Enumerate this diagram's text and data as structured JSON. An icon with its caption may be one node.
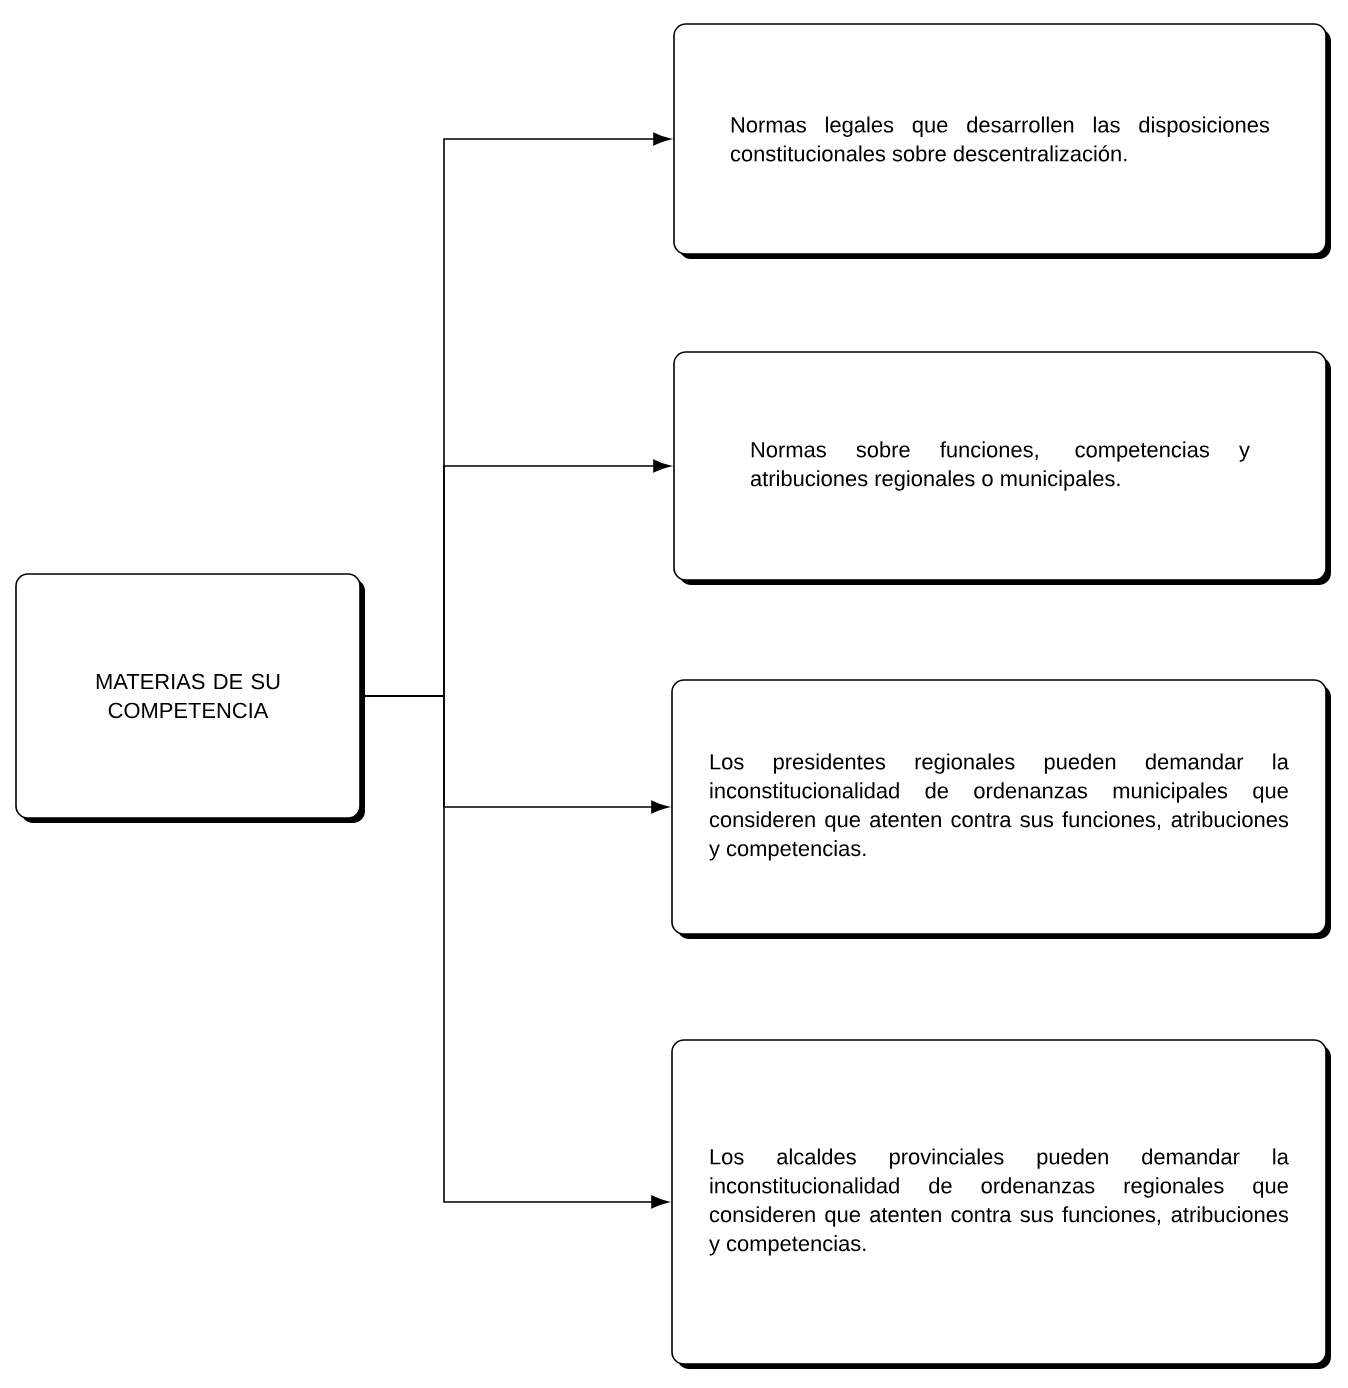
{
  "diagram": {
    "nodes": [
      {
        "text": [
          "MATERIAS DE SU COMPETENCIA"
        ]
      },
      {
        "text": [
          "Normas legales que desarrollen las disposiciones constitucionales sobre descentralización."
        ]
      },
      {
        "text": [
          "Normas sobre funciones, competencias y atribuciones regionales o municipales."
        ]
      },
      {
        "text": [
          "Los presidentes regionales pueden demandar la inconstitucionalidad de ordenanzas municipales que consideren que atenten contra sus funciones, atribuciones y competencias."
        ]
      },
      {
        "text": [
          "Los alcaldes provinciales pueden demandar la inconstitucionalidad de ordenanzas regionales que consideren que atenten contra sus funciones, atribuciones y competencias."
        ]
      }
    ],
    "edges": [
      {
        "from": 0,
        "to": 1,
        "arrow": "to"
      },
      {
        "from": 0,
        "to": 2,
        "arrow": "to"
      },
      {
        "from": 0,
        "to": 3,
        "arrow": "to"
      },
      {
        "from": 0,
        "to": 4,
        "arrow": "to"
      }
    ]
  }
}
